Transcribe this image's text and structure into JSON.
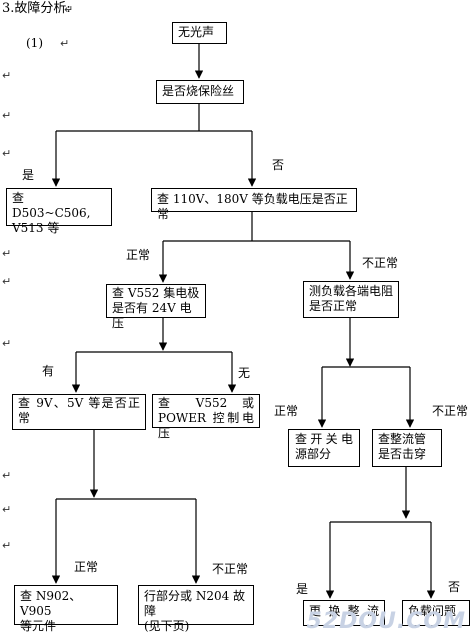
{
  "heading": "3.故障分析:",
  "sub_label": "(1)",
  "para_mark": "↵",
  "watermark": "52DOU.COM",
  "boxes": {
    "no_light_sound": [
      "无光声"
    ],
    "fuse_blown": [
      "是否烧保险丝"
    ],
    "check_d503": [
      "查 D503~C506,",
      "V513 等"
    ],
    "check_load_voltage": [
      "查 110V、180V 等负载电压是否正常"
    ],
    "check_v552_24v": [
      "查 V552 集电极",
      "是否有 24V 电压"
    ],
    "measure_load_resistance": [
      "测负载各端电阻",
      "是否正常"
    ],
    "check_9v_5v": [
      "查 9V、5V 等是否正",
      "常"
    ],
    "check_v552_power": [
      "查 V552 或",
      "POWER 控制电压"
    ],
    "check_switch_power": [
      "查开关电",
      "源部分"
    ],
    "check_rectifier": [
      "查整流管",
      "是否击穿"
    ],
    "check_n902": [
      "查 N902、V905",
      "等元件"
    ],
    "line_section": [
      "行部分或 N204 故障",
      "(见下页)"
    ],
    "replace_rectifier": [
      "更换整流"
    ],
    "load_problem": [
      "负载问题"
    ]
  },
  "labels": {
    "yes_fuse": "是",
    "no_fuse": "否",
    "normal_load": "正常",
    "abnormal_load": "不正常",
    "has_24v": "有",
    "no_24v": "无",
    "normal_resistance": "正常",
    "abnormal_resistance": "不正常",
    "normal_9v": "正常",
    "abnormal_9v": "不正常",
    "yes_rectifier": "是",
    "no_rectifier": "否"
  }
}
